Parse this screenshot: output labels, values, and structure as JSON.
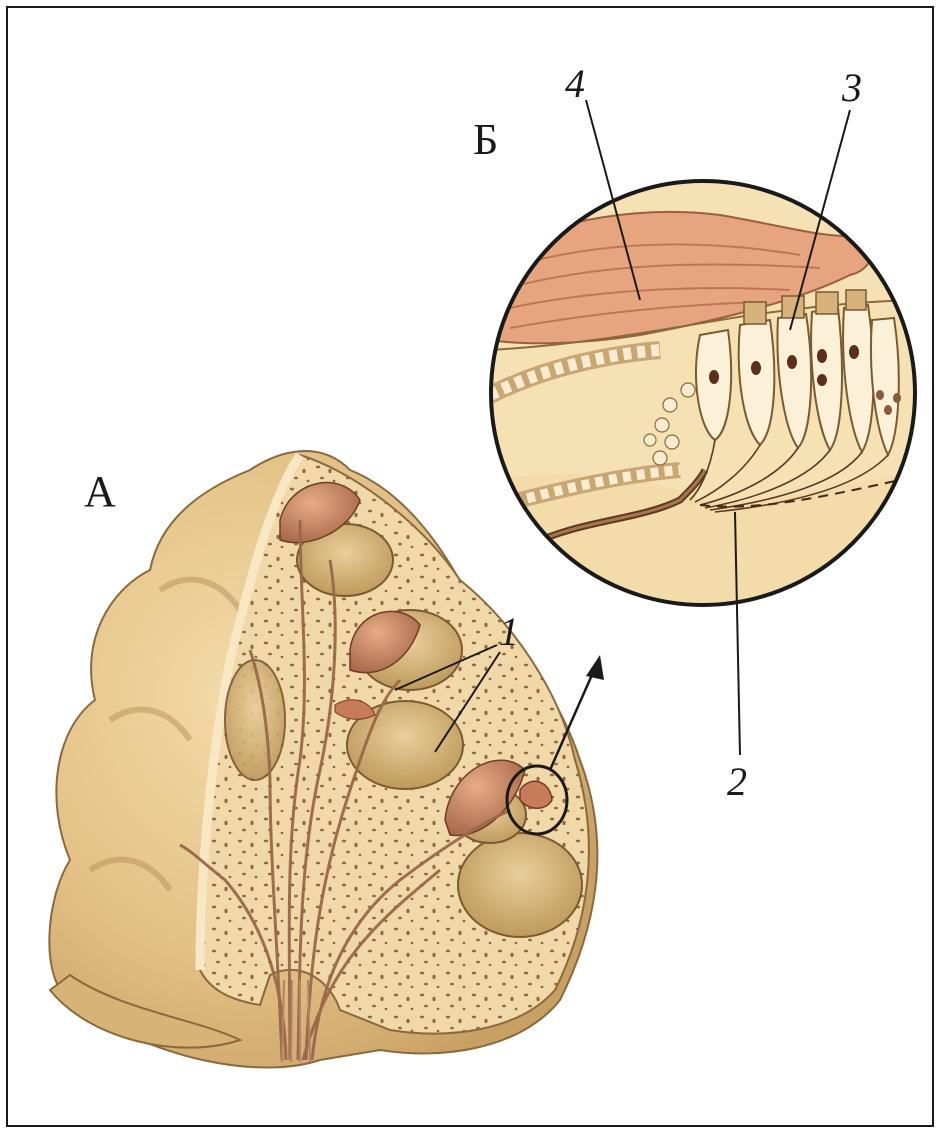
{
  "panels": {
    "a": "А",
    "b": "Б"
  },
  "callouts": {
    "c1": "1",
    "c2": "2",
    "c3": "3",
    "c4": "4"
  },
  "colors": {
    "tissue": "#e7c98f",
    "tissue_dark": "#c9a468",
    "tissue_light": "#f6e2b8",
    "cavity": "#d9b97e",
    "mucosa": "#c98c64",
    "muscle": "#d99a78",
    "outline": "#1a1a1a"
  }
}
